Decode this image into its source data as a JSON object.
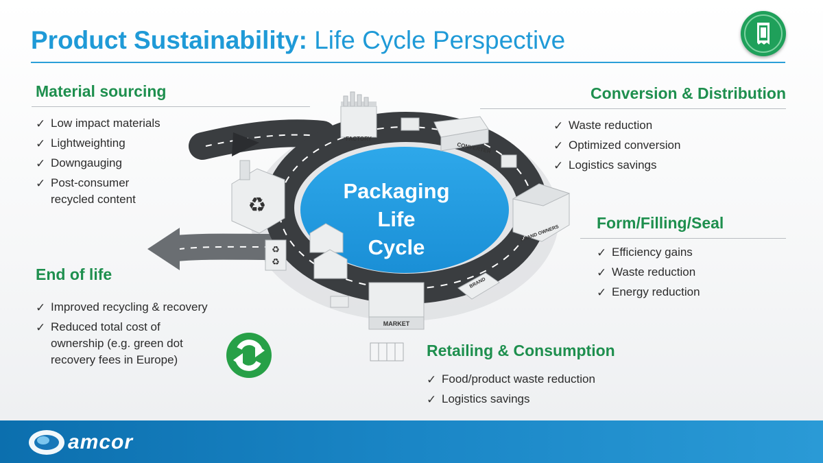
{
  "header": {
    "title_bold": "Product Sustainability:",
    "title_rest": " Life Cycle Perspective",
    "badge_icon": "packaging-pouch-icon"
  },
  "hub": {
    "label": "Packaging\nLife\nCycle"
  },
  "diagram": {
    "factory_label": "FACTORY",
    "converter_label": "CONVERTER",
    "brand_owners_label": "BRAND OWNERS",
    "brand_label": "BRAND",
    "market_label": "MARKET"
  },
  "sections": {
    "material": {
      "heading": "Material sourcing",
      "items": [
        "Low impact materials",
        "Lightweighting",
        "Downgauging",
        "Post-consumer\nrecycled content"
      ]
    },
    "conversion": {
      "heading": "Conversion & Distribution",
      "items": [
        "Waste reduction",
        "Optimized  conversion",
        "Logistics savings"
      ]
    },
    "form": {
      "heading": "Form/Filling/Seal",
      "items": [
        "Efficiency gains",
        "Waste reduction",
        "Energy reduction"
      ]
    },
    "end": {
      "heading": "End of life",
      "items": [
        "Improved recycling & recovery",
        "Reduced total cost of\nownership (e.g. green dot\nrecovery fees in Europe)"
      ]
    },
    "retail": {
      "heading": "Retailing & Consumption",
      "items": [
        "Food/product  waste reduction",
        "Logistics savings"
      ]
    }
  },
  "check_glyph": "✓",
  "icons": {
    "recycle": "recycle-icon",
    "green_dot": "green-dot-icon"
  },
  "colors": {
    "title_blue": "#1f9ad7",
    "heading_green": "#1e8f4e",
    "hub_blue": "#1e9be0",
    "footer_blue": "#1a86c6"
  },
  "footer": {
    "brand": "amcor"
  }
}
